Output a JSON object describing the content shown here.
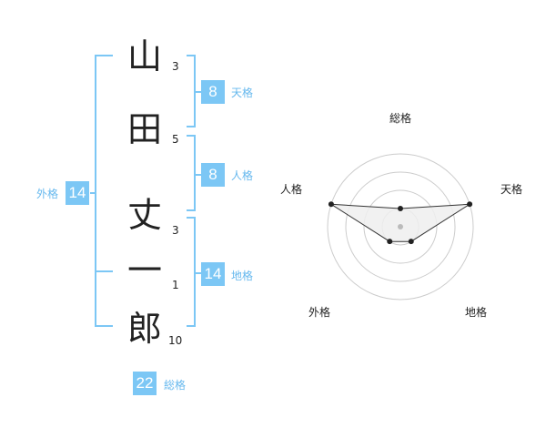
{
  "name": {
    "characters": [
      {
        "char": "山",
        "strokes": "3"
      },
      {
        "char": "田",
        "strokes": "5"
      },
      {
        "char": "丈",
        "strokes": "3"
      },
      {
        "char": "一",
        "strokes": "1"
      },
      {
        "char": "郎",
        "strokes": "10"
      }
    ]
  },
  "fortunes": {
    "tenkaku": {
      "value": "8",
      "label": "天格"
    },
    "jinkaku": {
      "value": "8",
      "label": "人格"
    },
    "chikaku": {
      "value": "14",
      "label": "地格"
    },
    "gaikaku": {
      "value": "14",
      "label": "外格"
    },
    "soukaku": {
      "value": "22",
      "label": "総格"
    }
  },
  "radar": {
    "axes": [
      "総格",
      "天格",
      "地格",
      "外格",
      "人格"
    ],
    "levels": 4,
    "values": [
      1,
      4,
      1,
      1,
      4
    ],
    "colors": {
      "ring": "#cccccc",
      "fill": "#eeeeee",
      "line": "#333333",
      "point": "#222222",
      "center": "#bbbbbb"
    }
  },
  "colors": {
    "accent": "#7cc7f5",
    "label": "#66b8ee"
  }
}
